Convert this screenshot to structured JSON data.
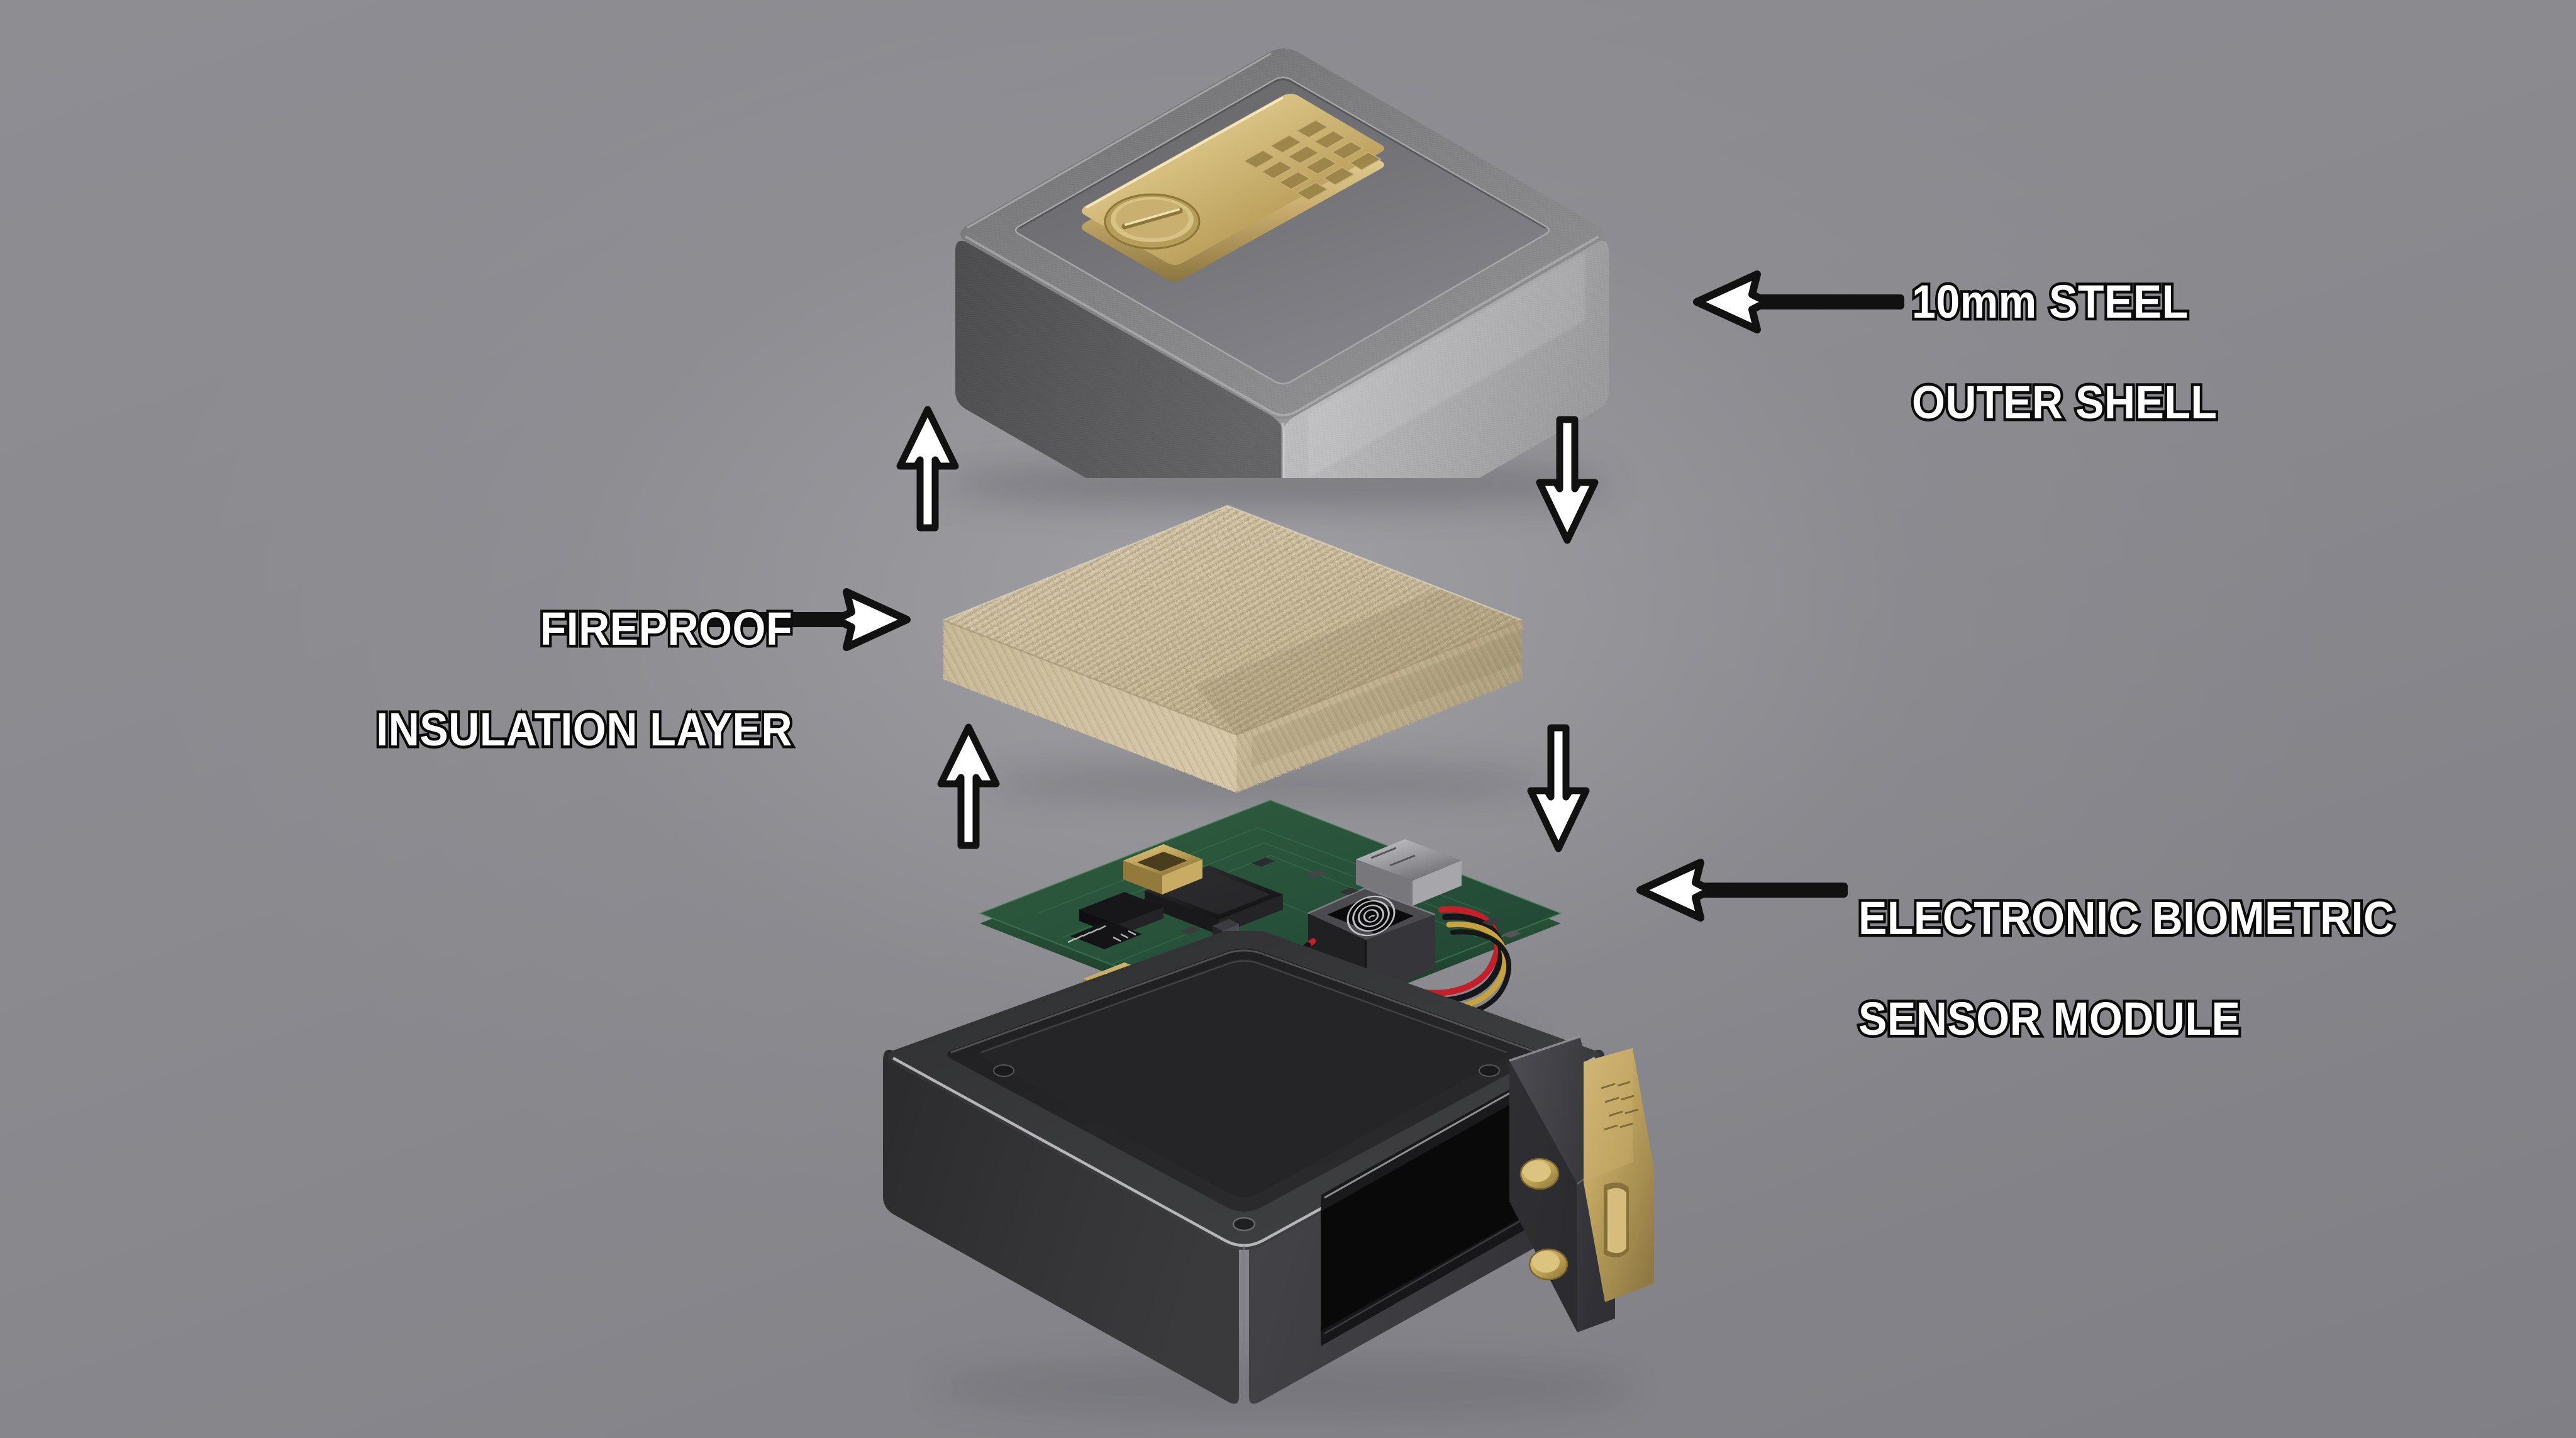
{
  "scene": {
    "title": "Exploded view of a biometric fireproof safe",
    "background_color": "#8b8b8f",
    "view": "isometric exploded assembly, 4 stacked components"
  },
  "callouts": [
    {
      "id": "steel-shell",
      "line1": "10mm STEEL",
      "line2": "OUTER SHELL",
      "align": "left",
      "leader_direction": "left",
      "text_color": "#ffffff",
      "outline_color": "#0b0b0b"
    },
    {
      "id": "insulation",
      "line1": "FIREPROOF",
      "line2": "INSULATION LAYER",
      "align": "right",
      "leader_direction": "right",
      "text_color": "#ffffff",
      "outline_color": "#0b0b0b"
    },
    {
      "id": "sensor-module",
      "line1": "ELECTRONIC BIOMETRIC",
      "line2": "SENSOR MODULE",
      "align": "left",
      "leader_direction": "left",
      "text_color": "#ffffff",
      "outline_color": "#0b0b0b"
    }
  ],
  "components": [
    {
      "id": "steel-outer-shell",
      "name": "10mm Steel Outer Shell",
      "material": "brushed stainless steel",
      "color": "#9a9a9c",
      "features": [
        "recessed top panel",
        "brass lock plate",
        "rotary key dial",
        "12-key keypad pad"
      ]
    },
    {
      "id": "fireproof-insulation",
      "name": "Fireproof Insulation Layer",
      "material": "mineral wool / ceramic fiber board",
      "color": "#cfc0a1",
      "features": [
        "ribbed fibrous top surface",
        "dense compressed slab edges"
      ]
    },
    {
      "id": "biometric-pcb",
      "name": "Electronic Biometric Sensor Module",
      "material": "green FR4 printed circuit board",
      "color": "#2e5d3b",
      "features": [
        "fingerprint reader housing",
        "gold USB connectors",
        "BGA microcontroller",
        "red/black/yellow ribbon harness",
        "white JST header"
      ]
    },
    {
      "id": "safe-body",
      "name": "Safe Body Enclosure",
      "material": "powder-coated steel",
      "color": "#3a3a3c",
      "features": [
        "recessed lid channel",
        "open cavity",
        "hinged door",
        "two brass locking bolts",
        "brass keypad faceplate"
      ]
    }
  ],
  "assembly_arrows": {
    "count": 4,
    "description": "two up arrows on the left and two down arrows on the right showing assembly direction",
    "style": "white fill, black outline"
  }
}
